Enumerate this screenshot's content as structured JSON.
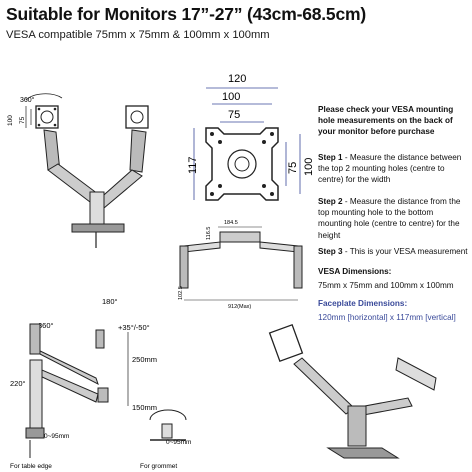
{
  "header": {
    "title": "Suitable for Monitors 17”-27” (43cm-68.5cm)",
    "subtitle": "VESA compatible 75mm x 75mm & 100mm x 100mm"
  },
  "instructions": {
    "heading": "Please check your VESA mounting hole measurements on the back of your monitor before purchase",
    "step1_label": "Step 1",
    "step1_text": " - Measure the distance between the top 2 mounting holes (centre to centre) for the width",
    "step2_label": "Step 2",
    "step2_text": " - Measure the distance from the top mounting hole to the bottom mounting hole (centre to centre) for the height",
    "step3_label": "Step 3",
    "step3_text": " - This is your VESA measurement",
    "vesa_heading": "VESA Dimensions:",
    "vesa_value": "75mm x 75mm and 100mm x 100mm",
    "faceplate_heading": "Faceplate Dimensions:",
    "faceplate_value": "120mm [horizontal] x 117mm [vertical]"
  },
  "vesa_plate": {
    "dim_120": "120",
    "dim_100_top": "100",
    "dim_75_top": "75",
    "dim_117": "117",
    "dim_100_side": "100",
    "dim_75_side": "75"
  },
  "front_view": {
    "rotation": "360°",
    "dim_100": "100",
    "dim_75": "75"
  },
  "base_drawing": {
    "dim_184": "184.5",
    "dim_116": "116.5",
    "dim_102": "102.5",
    "dim_width": "912(Max)"
  },
  "side_view": {
    "rot_360": "360°",
    "rot_180": "180°",
    "tilt": "+35°/-50°",
    "swivel": "220°",
    "dim_250": "250mm",
    "dim_150": "150mm",
    "clamp_range_1": "0~95mm",
    "clamp_range_2": "0~95mm",
    "label_table_edge": "For table edge",
    "label_grommet": "For grommet"
  }
}
